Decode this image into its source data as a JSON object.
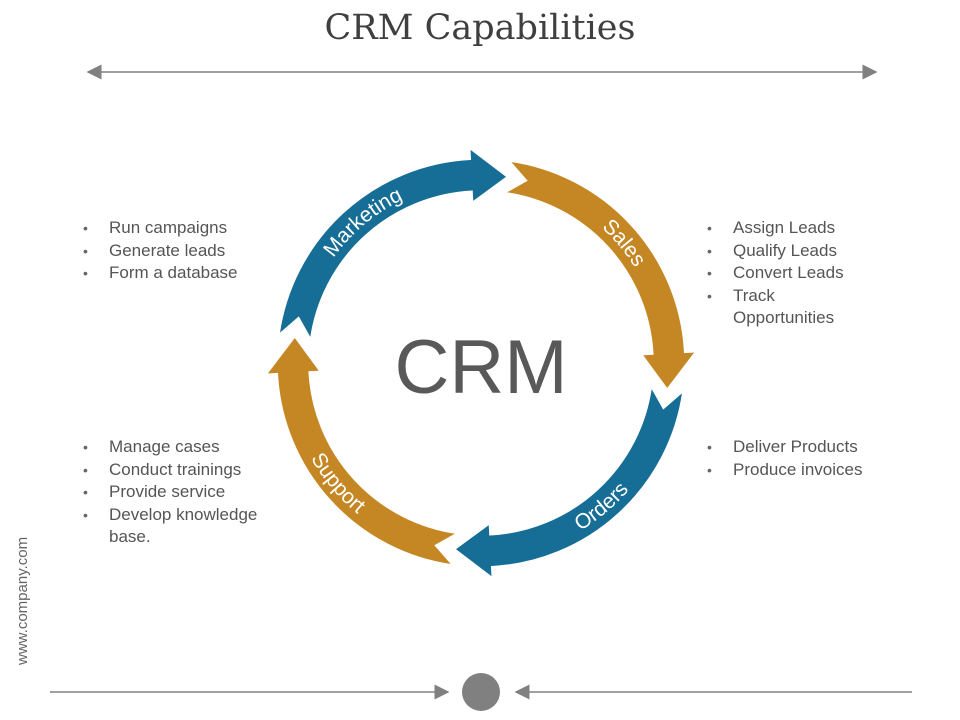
{
  "title": "CRM Capabilities",
  "center_label": "CRM",
  "website": "www.company.com",
  "colors": {
    "blue": "#166e96",
    "gold": "#c48723",
    "text": "#555555",
    "title": "#3f3f3f",
    "rule": "#7f7f7f"
  },
  "cycle": [
    {
      "label": "Marketing",
      "color": "#166e96"
    },
    {
      "label": "Sales",
      "color": "#c48723"
    },
    {
      "label": "Orders",
      "color": "#166e96"
    },
    {
      "label": "Support",
      "color": "#c48723"
    }
  ],
  "lists": {
    "marketing": [
      "Run campaigns",
      "Generate leads",
      "Form a database"
    ],
    "sales": [
      "Assign Leads",
      "Qualify Leads",
      "Convert Leads",
      "Track Opportunities"
    ],
    "orders": [
      "Deliver Products",
      "Produce invoices"
    ],
    "support": [
      "Manage cases",
      "Conduct trainings",
      "Provide service",
      "Develop knowledge base."
    ]
  }
}
